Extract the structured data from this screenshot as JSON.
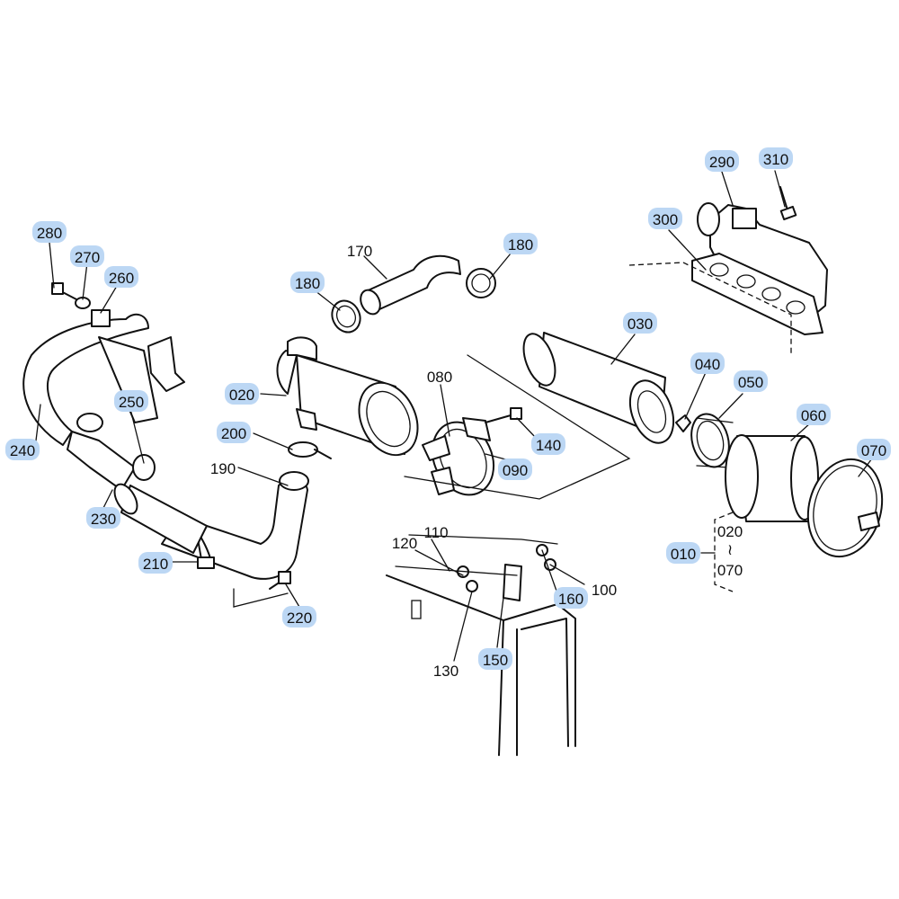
{
  "callouts": {
    "c010": "010",
    "c020": "020",
    "c030": "030",
    "c040": "040",
    "c050": "050",
    "c060": "060",
    "c070": "070",
    "c080": "080",
    "c090": "090",
    "c100": "100",
    "c110": "110",
    "c120": "120",
    "c130": "130",
    "c140": "140",
    "c150": "150",
    "c160": "160",
    "c170": "170",
    "c180a": "180",
    "c180b": "180",
    "c190": "190",
    "c200": "200",
    "c210": "210",
    "c220": "220",
    "c230": "230",
    "c240": "240",
    "c250": "250",
    "c260": "260",
    "c270": "270",
    "c280": "280",
    "c290": "290",
    "c300": "300",
    "c310": "310"
  },
  "assembly_range": {
    "from": "020",
    "symbol": "≀",
    "to": "070"
  },
  "highlighted": [
    "010",
    "020",
    "030",
    "040",
    "050",
    "060",
    "070",
    "090",
    "140",
    "150",
    "160",
    "180",
    "200",
    "210",
    "220",
    "230",
    "240",
    "250",
    "260",
    "270",
    "280",
    "290",
    "300",
    "310"
  ],
  "colors": {
    "highlight": "#bcd7f4",
    "line": "#111111",
    "background": "#ffffff"
  }
}
